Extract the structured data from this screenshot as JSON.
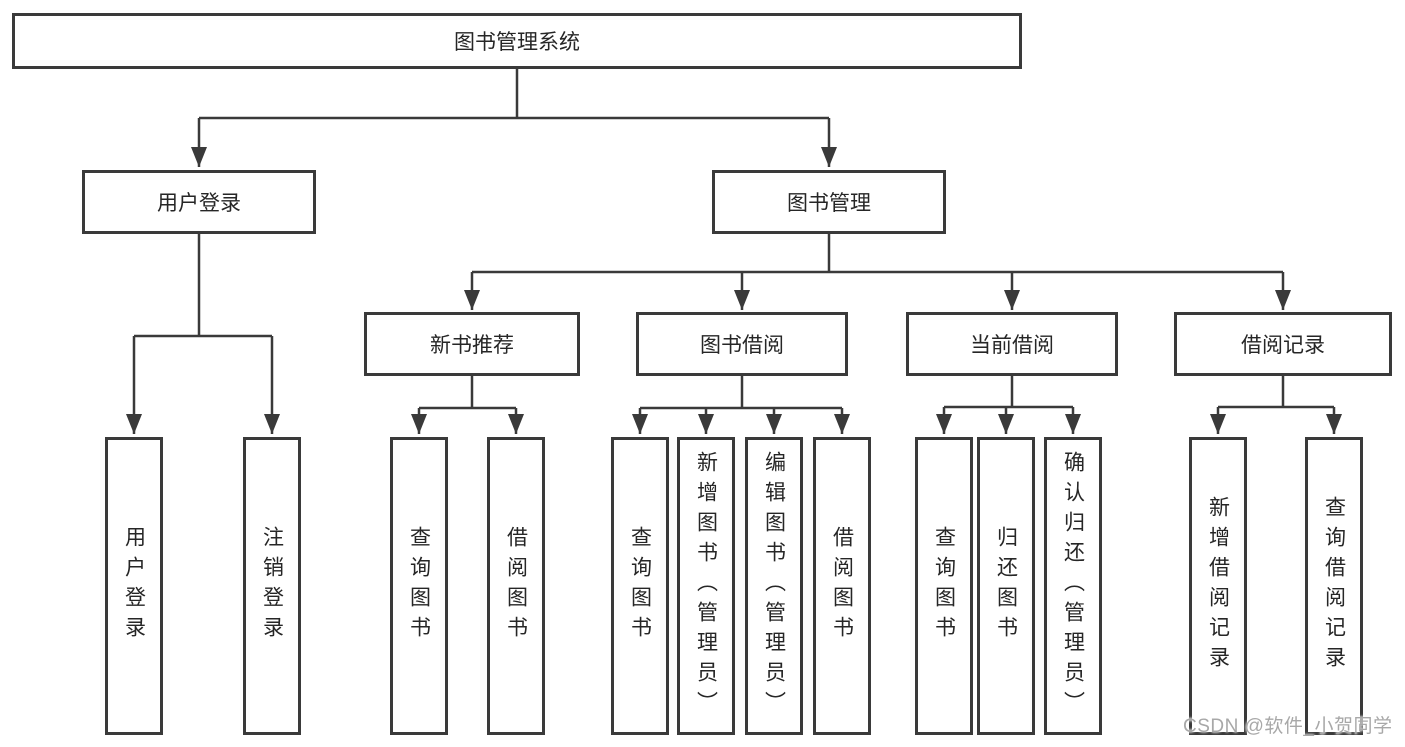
{
  "tree": {
    "label": "图书管理系统",
    "children": [
      {
        "label": "用户登录",
        "children": [
          {
            "label": "用户登录"
          },
          {
            "label": "注销登录"
          }
        ]
      },
      {
        "label": "图书管理",
        "children": [
          {
            "label": "新书推荐",
            "children": [
              {
                "label": "查询图书"
              },
              {
                "label": "借阅图书"
              }
            ]
          },
          {
            "label": "图书借阅",
            "children": [
              {
                "label": "查询图书"
              },
              {
                "label": "新增图书（管理员）"
              },
              {
                "label": "编辑图书（管理员）"
              },
              {
                "label": "借阅图书"
              }
            ]
          },
          {
            "label": "当前借阅",
            "children": [
              {
                "label": "查询图书"
              },
              {
                "label": "归还图书"
              },
              {
                "label": "确认归还（管理员）"
              }
            ]
          },
          {
            "label": "借阅记录",
            "children": [
              {
                "label": "新增借阅记录"
              },
              {
                "label": "查询借阅记录"
              }
            ]
          }
        ]
      }
    ]
  },
  "watermark": {
    "text": "CSDN @软件_小贺同学"
  },
  "colors": {
    "line": "#3a3a3a",
    "box_border": "#3a3a3a",
    "text": "#262626",
    "watermark": "#a8a8a8",
    "background": "#ffffff"
  }
}
